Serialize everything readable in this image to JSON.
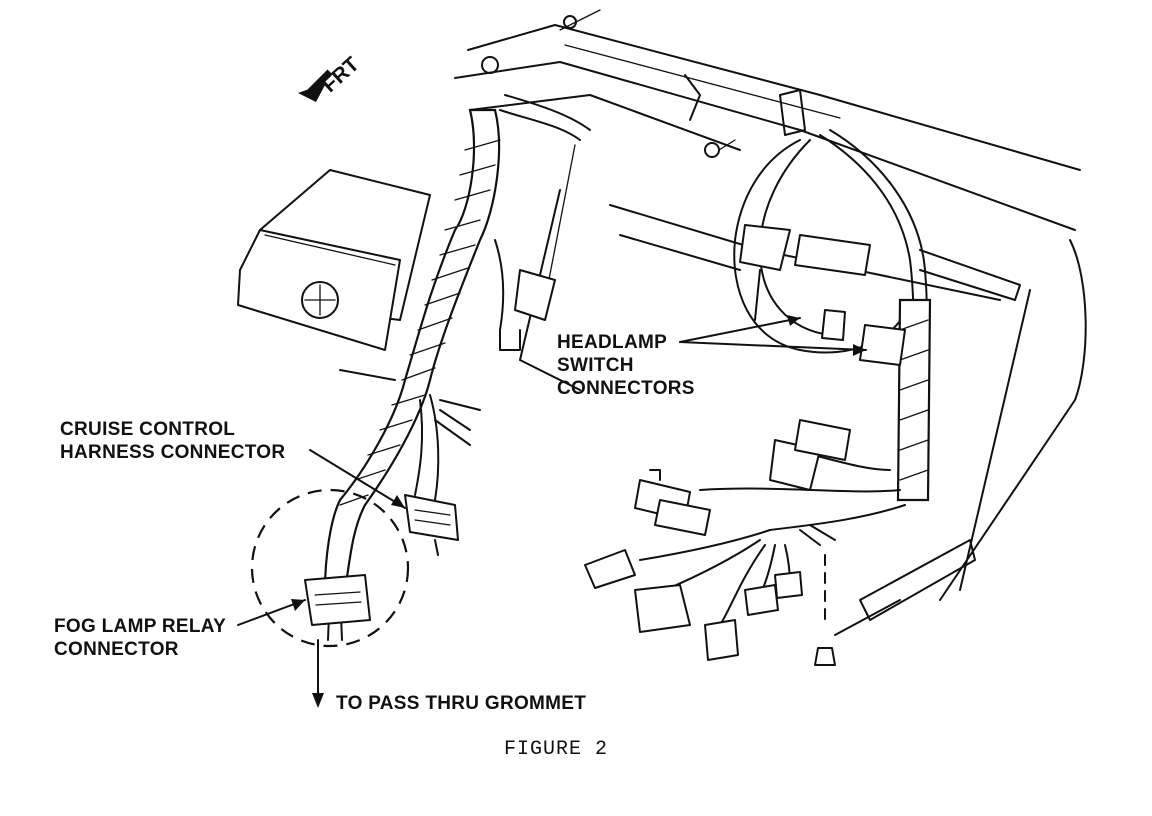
{
  "labels": {
    "front": "FRT",
    "headlamp_line1": "HEADLAMP",
    "headlamp_line2": "SWITCH",
    "headlamp_line3": "CONNECTORS",
    "cruise_line1": "CRUISE CONTROL",
    "cruise_line2": "HARNESS CONNECTOR",
    "fog_line1": "FOG LAMP RELAY",
    "fog_line2": "CONNECTOR",
    "grommet": "TO PASS THRU GROMMET"
  },
  "caption": "FIGURE 2"
}
